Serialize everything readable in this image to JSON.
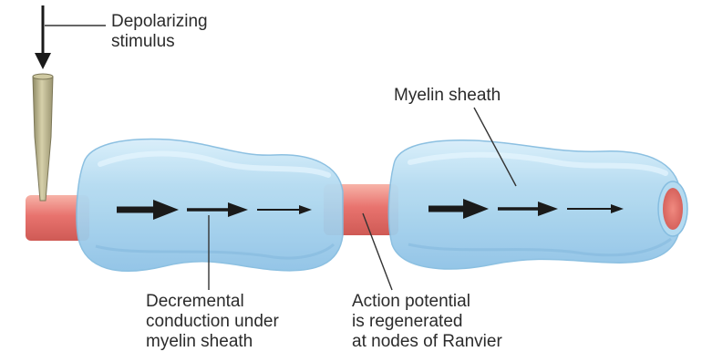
{
  "labels": {
    "stimulus": [
      "Depolarizing",
      "stimulus"
    ],
    "myelin": [
      "Myelin sheath"
    ],
    "decremental": [
      "Decremental",
      "conduction under",
      "myelin sheath"
    ],
    "regeneration": [
      "Action potential",
      "is regenerated",
      "at nodes of Ranvier"
    ]
  },
  "colors": {
    "axon": "#e8736e",
    "axon_highlight": "#f7b3a8",
    "myelin": "#a9d4ee",
    "myelin_highlight": "#d8eefa",
    "myelin_edge": "#86bde0",
    "electrode": "#b8b18a",
    "arrow": "#1a1a1a",
    "leader": "#333333",
    "text": "#2b2b2b"
  }
}
